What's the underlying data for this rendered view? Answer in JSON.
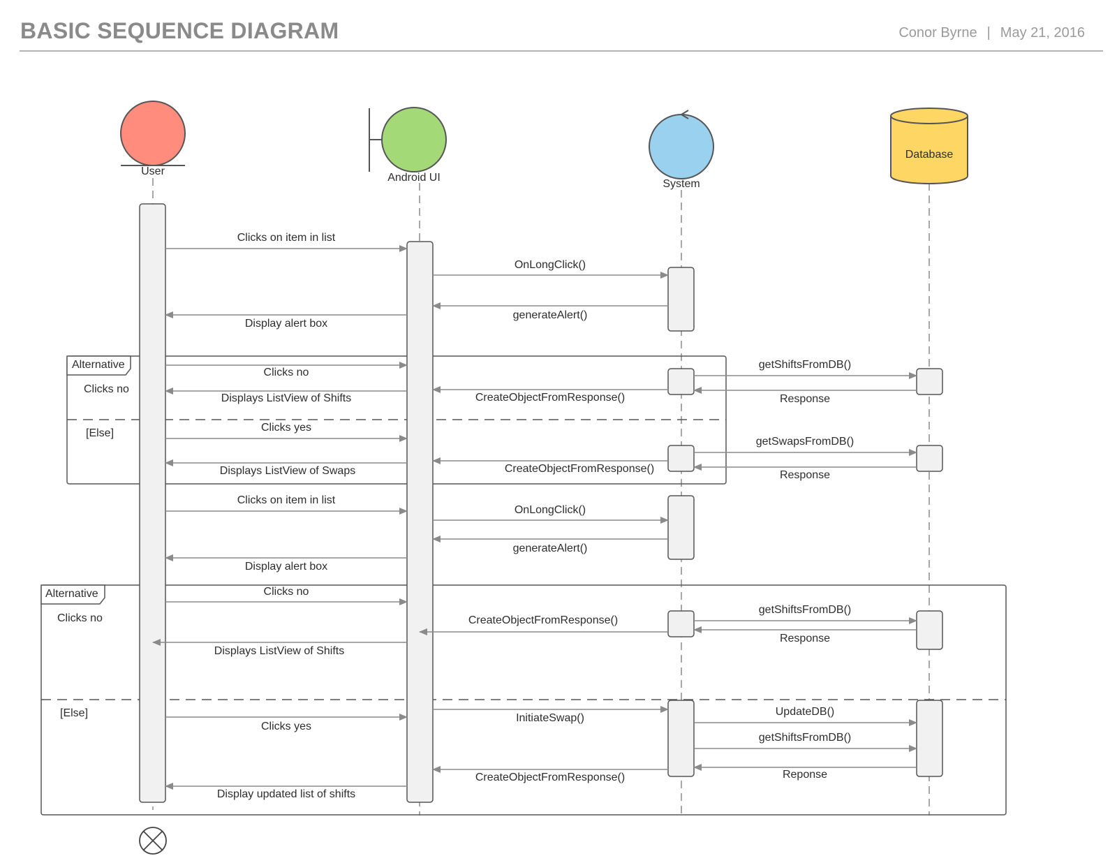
{
  "header": {
    "title": "BASIC SEQUENCE DIAGRAM",
    "author": "Conor Byrne",
    "separator": "|",
    "date": "May 21, 2016"
  },
  "participants": {
    "user": {
      "label": "User",
      "kind": "actor-entity-circle",
      "color": "#FF8C7C"
    },
    "android_ui": {
      "label": "Android UI",
      "kind": "boundary-circle",
      "color": "#A3D977"
    },
    "system": {
      "label": "System",
      "kind": "control-circle",
      "color": "#99D1EF"
    },
    "database": {
      "label": "Database",
      "kind": "database-cylinder",
      "color": "#FDD663"
    }
  },
  "fragments": {
    "alt1": {
      "tag": "Alternative",
      "guard_if": "Clicks no",
      "guard_else": "[Else]"
    },
    "alt2": {
      "tag": "Alternative",
      "guard_if": "Clicks no",
      "guard_else": "[Else]"
    }
  },
  "messages": {
    "m1": "Clicks on item in list",
    "m2": "OnLongClick()",
    "m3": "generateAlert()",
    "m4": "Display alert box",
    "m5": "Clicks no",
    "m6": "getShiftsFromDB()",
    "m7": "Response",
    "m8": "CreateObjectFromResponse()",
    "m9": "Displays ListView of Shifts",
    "m10": "Clicks yes",
    "m11": "getSwapsFromDB()",
    "m12": "Response",
    "m13": "CreateObjectFromResponse()",
    "m14": "Displays ListView of Swaps",
    "m15": "Clicks on item in list",
    "m16": "OnLongClick()",
    "m17": "generateAlert()",
    "m18": "Display alert box",
    "m19": "Clicks no",
    "m20": "getShiftsFromDB()",
    "m21": "Response",
    "m22": "CreateObjectFromResponse()",
    "m23": "Displays ListView of Shifts",
    "m24": "Clicks yes",
    "m25": "InitiateSwap()",
    "m26": "UpdateDB()",
    "m27": "getShiftsFromDB()",
    "m28": "Reponse",
    "m29": "CreateObjectFromResponse()",
    "m30": "Display updated list of shifts"
  },
  "colors": {
    "line": "#8a8a8a",
    "activation_fill": "#f1f1f1",
    "activation_stroke": "#555555"
  },
  "icons": {
    "destruction": "destruction-x-icon"
  }
}
